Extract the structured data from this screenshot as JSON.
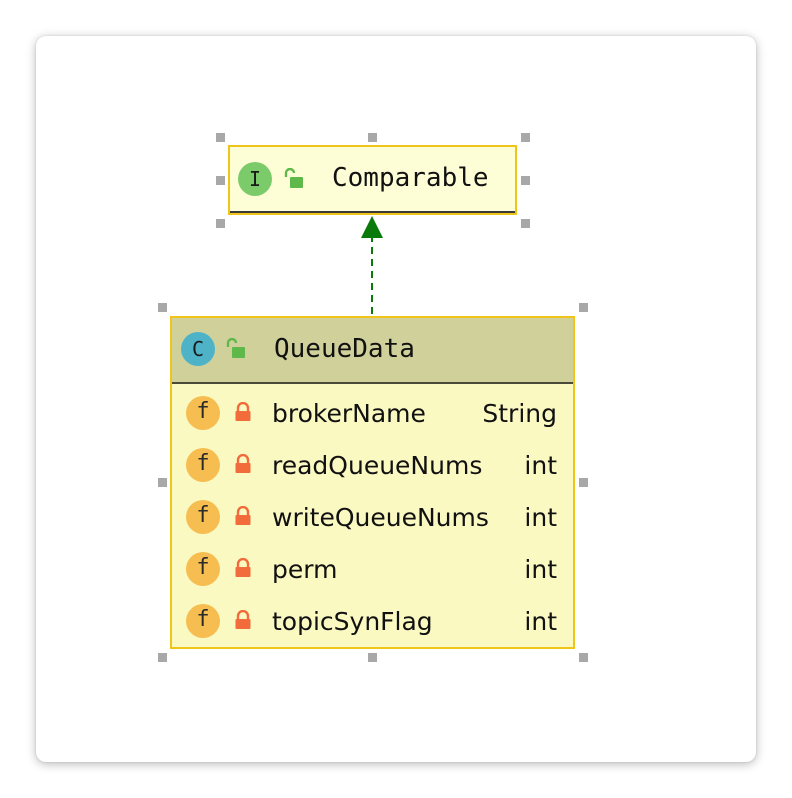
{
  "interface_node": {
    "badge": "I",
    "badge_color": "#7ccb6a",
    "name": "Comparable"
  },
  "class_node": {
    "badge": "C",
    "badge_color": "#4fb3c8",
    "name": "QueueData",
    "header_color": "#cfd09a",
    "field_badge": "f",
    "fields": [
      {
        "name": "brokerName",
        "type": "String"
      },
      {
        "name": "readQueueNums",
        "type": "int"
      },
      {
        "name": "writeQueueNums",
        "type": "int"
      },
      {
        "name": "perm",
        "type": "int"
      },
      {
        "name": "topicSynFlag",
        "type": "int"
      }
    ]
  },
  "relation": {
    "type": "implements",
    "line_color": "#0a7a0a",
    "style": "dashed"
  },
  "icons": {
    "public_lock": "open-lock-icon",
    "private_lock": "closed-lock-icon"
  }
}
